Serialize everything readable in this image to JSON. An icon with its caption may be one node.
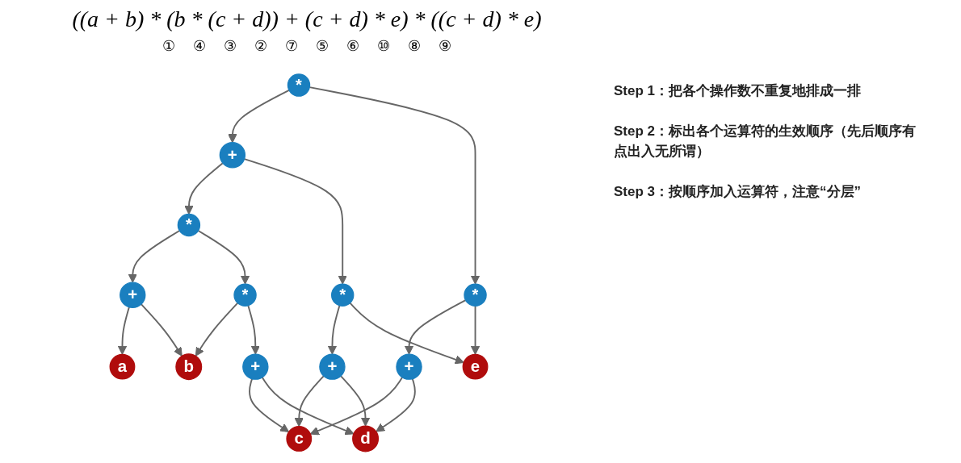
{
  "diagram": {
    "nodes": [
      {
        "text": [
          "*"
        ]
      },
      {
        "text": [
          "+"
        ]
      },
      {
        "text": [
          "*"
        ]
      },
      {
        "text": [
          "*"
        ]
      },
      {
        "text": [
          "*"
        ]
      },
      {
        "text": [
          "*"
        ]
      },
      {
        "text": [
          "+"
        ]
      },
      {
        "text": [
          "+"
        ]
      },
      {
        "text": [
          "+"
        ]
      },
      {
        "text": [
          "+"
        ]
      },
      {
        "text": [
          "a"
        ]
      },
      {
        "text": [
          "b"
        ]
      },
      {
        "text": [
          "c"
        ]
      },
      {
        "text": [
          "d"
        ]
      },
      {
        "text": [
          "e"
        ]
      }
    ],
    "edges": [
      {
        "from": 0,
        "to": 1,
        "arrow": "to"
      },
      {
        "from": 0,
        "to": 5,
        "arrow": "to"
      },
      {
        "from": 1,
        "to": 2,
        "arrow": "to"
      },
      {
        "from": 1,
        "to": 4,
        "arrow": "to"
      },
      {
        "from": 2,
        "to": 6,
        "arrow": "to"
      },
      {
        "from": 2,
        "to": 3,
        "arrow": "to"
      },
      {
        "from": 3,
        "to": 11,
        "arrow": "to"
      },
      {
        "from": 3,
        "to": 7,
        "arrow": "to"
      },
      {
        "from": 4,
        "to": 8,
        "arrow": "to"
      },
      {
        "from": 4,
        "to": 14,
        "arrow": "to"
      },
      {
        "from": 5,
        "to": 9,
        "arrow": "to"
      },
      {
        "from": 5,
        "to": 14,
        "arrow": "to"
      },
      {
        "from": 6,
        "to": 10,
        "arrow": "to"
      },
      {
        "from": 6,
        "to": 11,
        "arrow": "to"
      },
      {
        "from": 7,
        "to": 12,
        "arrow": "to"
      },
      {
        "from": 7,
        "to": 13,
        "arrow": "to"
      },
      {
        "from": 8,
        "to": 12,
        "arrow": "to"
      },
      {
        "from": 8,
        "to": 13,
        "arrow": "to"
      },
      {
        "from": 9,
        "to": 12,
        "arrow": "to"
      },
      {
        "from": 9,
        "to": 13,
        "arrow": "to"
      }
    ],
    "labels": [
      "((a + b) * (b * (c + d)) + (c + d) * e) * ((c + d) * e)",
      "①",
      "④",
      "③",
      "②",
      "⑦",
      "⑤",
      "⑥",
      "⑩",
      "⑧",
      "⑨",
      "Step 1：把各个操作数不重复地排成一排",
      "Step 2：标出各个运算符的生效顺序（先后顺序有点出入无所谓）",
      "Step 3：按顺序加入运算符，注意“分层”"
    ]
  }
}
